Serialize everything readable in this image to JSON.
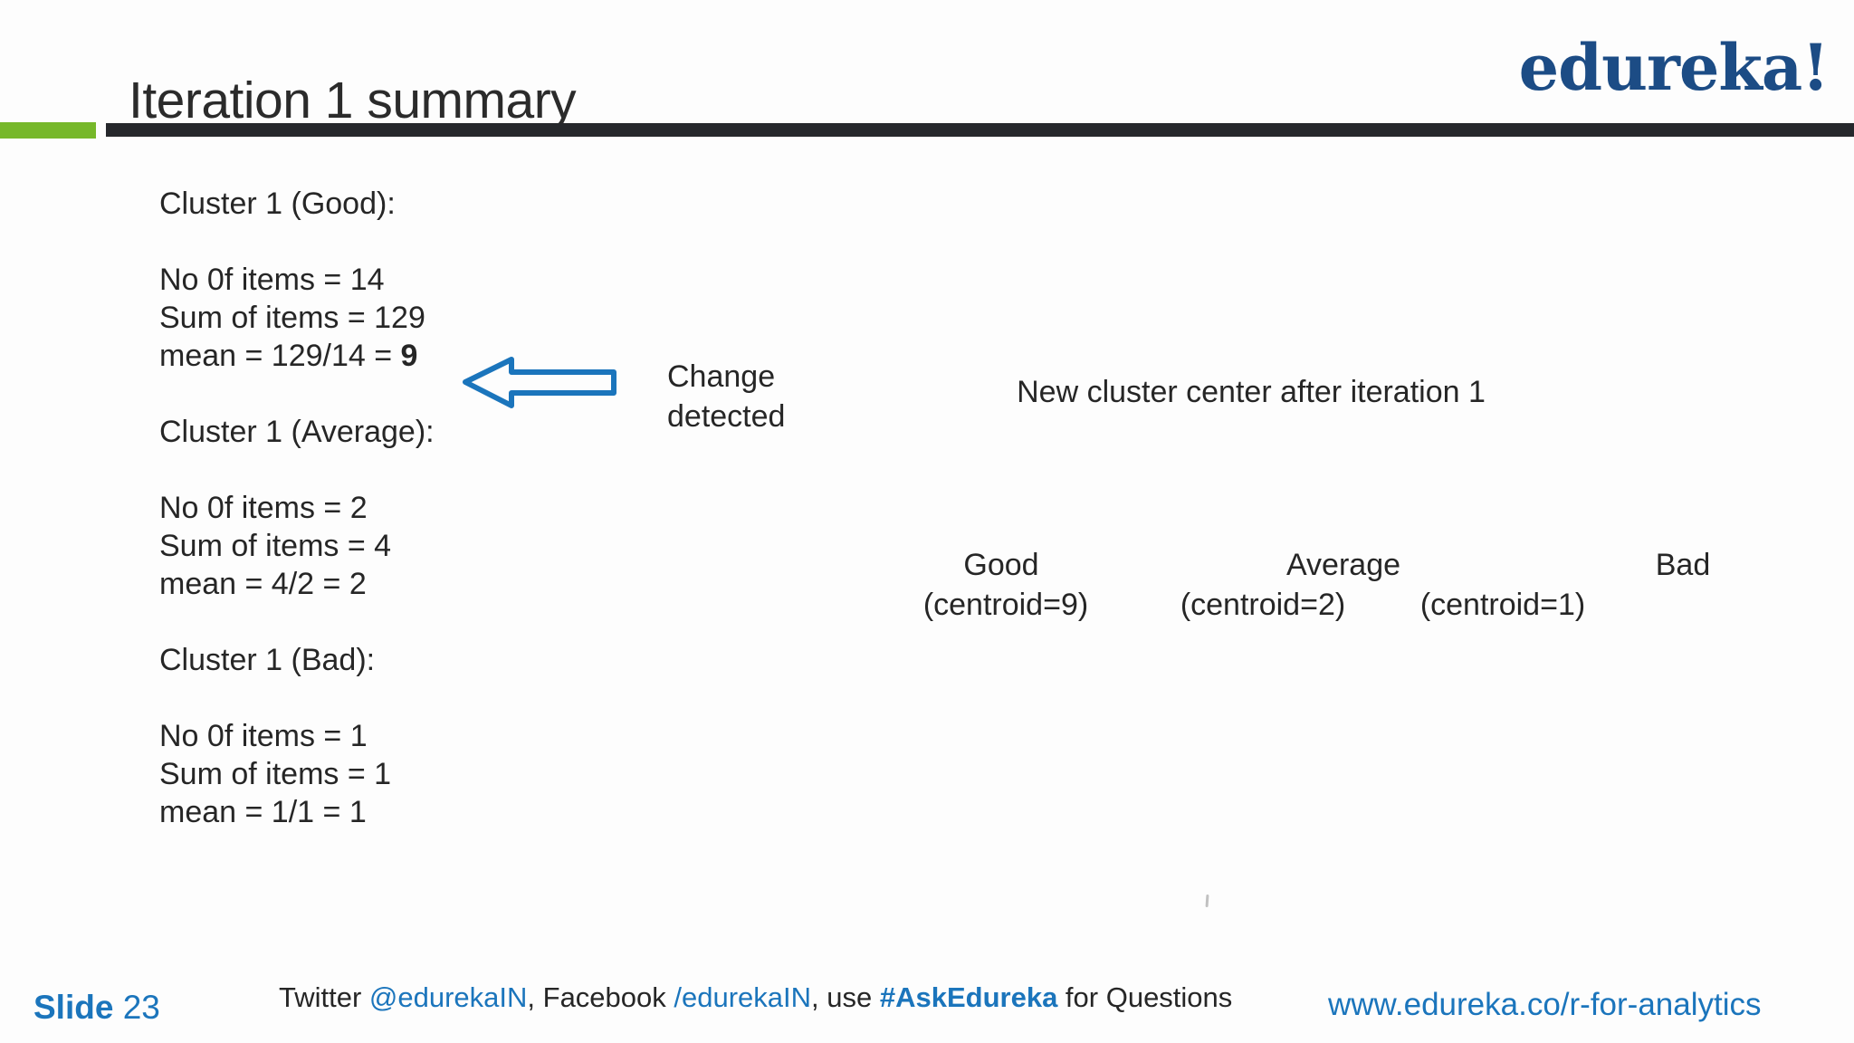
{
  "slide": {
    "title": "Iteration 1 summary",
    "logo_text": "edureka!"
  },
  "clusters": [
    {
      "heading": "Cluster 1 (Good):",
      "items_line": "No 0f items = 14",
      "sum_line": "Sum of items = 129",
      "mean_prefix": "mean = 129/14 = ",
      "mean_value": "9"
    },
    {
      "heading": "Cluster 1 (Average):",
      "items_line": "No 0f items = 2",
      "sum_line": "Sum of items = 4",
      "mean_prefix": "mean = 4/2 = ",
      "mean_value": "2"
    },
    {
      "heading": "Cluster 1 (Bad):",
      "items_line": "No 0f items = 1",
      "sum_line": "Sum of items = 1",
      "mean_prefix": "mean = 1/1 = ",
      "mean_value": "1"
    }
  ],
  "annotations": {
    "change_detected": "Change detected",
    "new_center": "New cluster center after iteration 1"
  },
  "centers": {
    "names": [
      "Good",
      "Average",
      "Bad"
    ],
    "values": [
      "(centroid=9)",
      "(centroid=2)",
      "(centroid=1)"
    ]
  },
  "footer": {
    "slide_label": "Slide",
    "slide_number": "23",
    "twitter_prefix": "Twitter ",
    "twitter_handle": "@edurekaIN",
    "facebook_prefix": ", Facebook ",
    "facebook_handle": "/edurekaIN",
    "use_prefix": ", use ",
    "hashtag": "#AskEdureka",
    "questions_suffix": " for Questions",
    "url": "www.edureka.co/r-for-analytics"
  },
  "icons": {
    "left_arrow": "left-block-arrow"
  },
  "colors": {
    "accent_green": "#76b82a",
    "divider_dark": "#26282c",
    "brand_blue": "#1c4c85",
    "link_blue": "#1b75bc",
    "text_dark": "#262626"
  }
}
